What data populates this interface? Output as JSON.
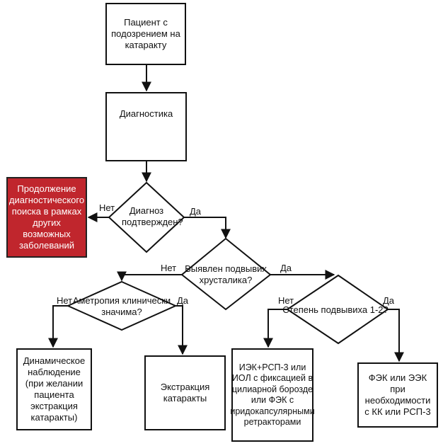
{
  "nodes": {
    "suspicion": "Пациент с подозрением на катаракту",
    "diagnostics": "Диагностика",
    "continue_search": "Продолжение диагностического поиска в рамках других возможных заболеваний",
    "confirmed": "Диагноз подтвержден?",
    "subluxation": "Выявлен подвывих хрусталика?",
    "ametropia": "Аметропия клинически значима?",
    "degree": "Степень подвывиха 1-2?",
    "observation": "Динамическое наблюдение (при желании пациента экстракция катаракты)",
    "extraction": "Экстракция катаракты",
    "iek": "ИЭК+РСП-3 или ИОЛ с фиксацией в цилиарной борозде или ФЭК с иридокапсулярными ретракторами",
    "fek": "ФЭК или ЭЭК при необходимости с КК или РСП-3"
  },
  "edges": {
    "no": "Нет",
    "yes": "Да"
  },
  "colors": {
    "red_box": "#c0262d",
    "line": "#111111"
  }
}
